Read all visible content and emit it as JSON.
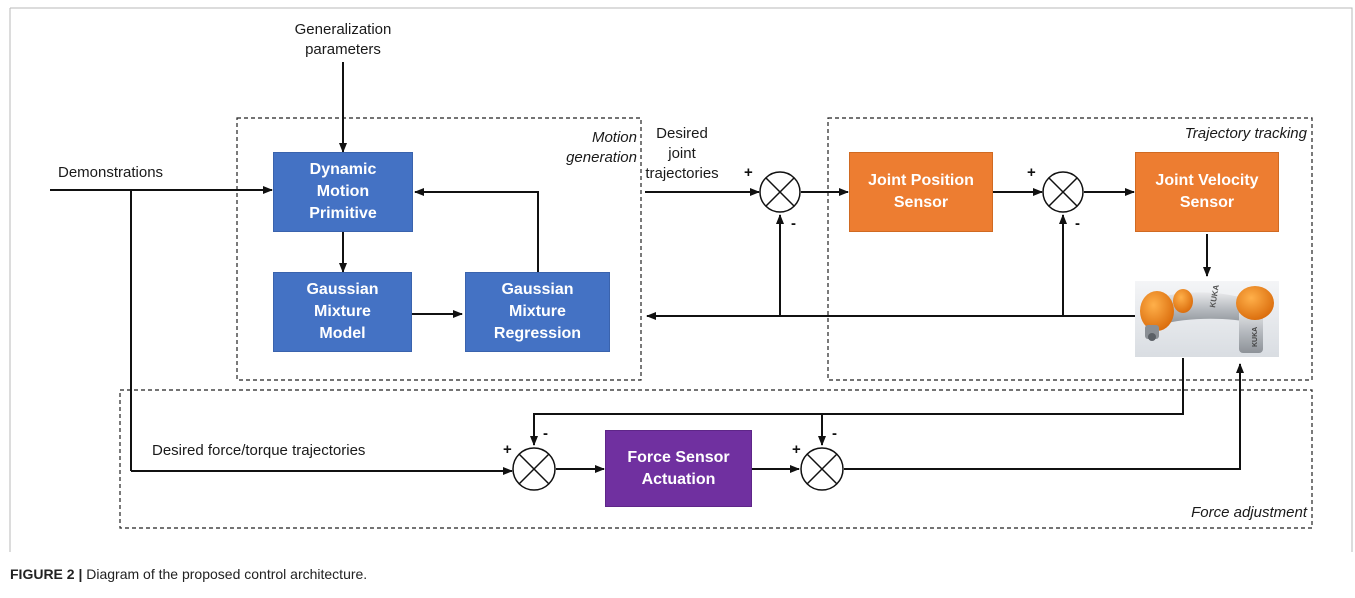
{
  "labels": {
    "generalization": "Generalization\nparameters",
    "demonstrations": "Demonstrations",
    "motion_generation": "Motion\ngeneration",
    "desired_joint": "Desired\njoint\ntrajectories",
    "trajectory_tracking": "Trajectory tracking",
    "desired_force": "Desired force/torque trajectories",
    "force_adjustment": "Force adjustment"
  },
  "blocks": {
    "dmp": "Dynamic\nMotion\nPrimitive",
    "gmm": "Gaussian\nMixture\nModel",
    "gmr": "Gaussian\nMixture\nRegression",
    "jps": "Joint Position\nSensor",
    "jvs": "Joint Velocity\nSensor",
    "fsa": "Force Sensor\nActuation"
  },
  "signs": {
    "plus": "+",
    "minus": "-"
  },
  "robot_text": "KUKA",
  "caption": {
    "label": "FIGURE 2 |",
    "text": " Diagram of the proposed control architecture."
  },
  "colors": {
    "blue_block": "#4472c4",
    "orange_block": "#ed7d31",
    "purple_block": "#7030a0",
    "robot_orange": "#f08a1c"
  }
}
